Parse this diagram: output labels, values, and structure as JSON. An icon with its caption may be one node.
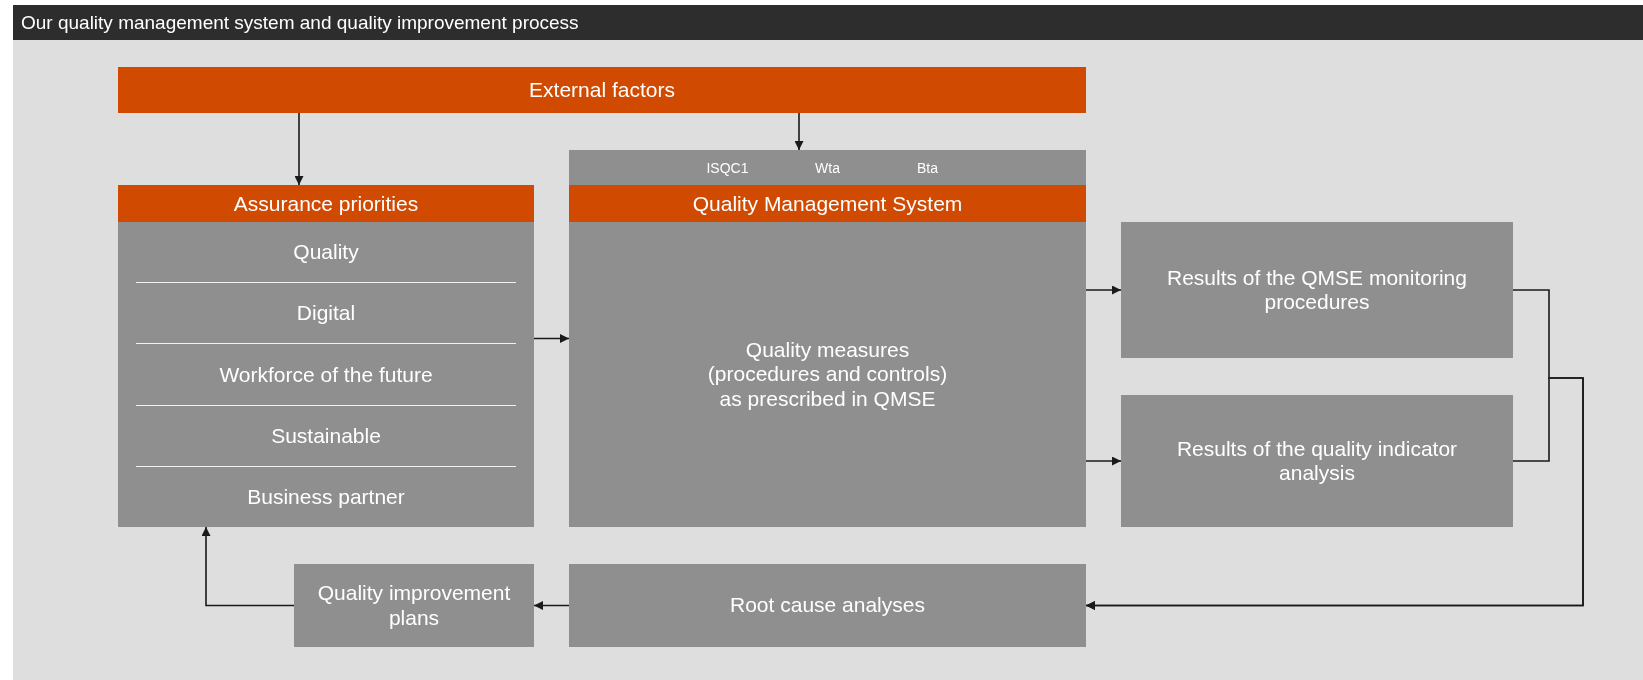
{
  "diagram": {
    "title": "Our quality management system and quality improvement process",
    "nodes": [
      {
        "text": [
          "External factors"
        ]
      },
      {
        "text": [
          "Assurance priorities",
          "Quality",
          "Digital",
          "Workforce of the future",
          "Sustainable",
          "Business partner"
        ]
      },
      {
        "text": [
          "ISQC1",
          "Wta",
          "Bta",
          "Quality Management System",
          "Quality measures (procedures and controls) as prescribed in QMSE"
        ]
      },
      {
        "text": [
          "Results of the QMSE monitoring procedures"
        ]
      },
      {
        "text": [
          "Results of the quality indicator analysis"
        ]
      },
      {
        "text": [
          "Root cause analyses"
        ]
      },
      {
        "text": [
          "Quality improvement plans"
        ]
      }
    ],
    "edges": [
      {
        "from": 0,
        "to": 1,
        "arrow": "to"
      },
      {
        "from": 0,
        "to": 2,
        "arrow": "to"
      },
      {
        "from": 1,
        "to": 2,
        "arrow": "to"
      },
      {
        "from": 2,
        "to": 3,
        "arrow": "to"
      },
      {
        "from": 2,
        "to": 4,
        "arrow": "to"
      },
      {
        "from": 3,
        "to": 5,
        "arrow": "to"
      },
      {
        "from": 4,
        "to": 5,
        "arrow": "to"
      },
      {
        "from": 5,
        "to": 6,
        "arrow": "to"
      },
      {
        "from": 6,
        "to": 1,
        "arrow": "to"
      }
    ]
  }
}
